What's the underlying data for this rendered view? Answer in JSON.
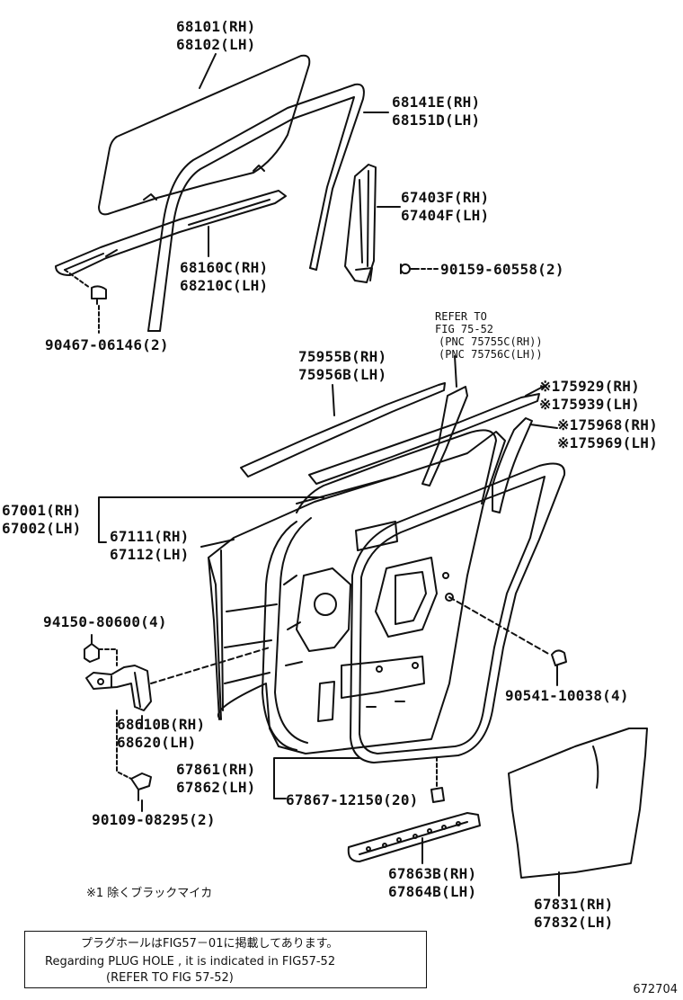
{
  "labels": {
    "p68101": "68101(RH)",
    "p68102": "68102(LH)",
    "p68141": "68141E(RH)",
    "p68151": "68151D(LH)",
    "p67403": "67403F(RH)",
    "p67404": "67404F(LH)",
    "p90159": "90159-60558(2)",
    "p68160": "68160C(RH)",
    "p68210": "68210C(LH)",
    "p90467": "90467-06146(2)",
    "p75955": "75955B(RH)",
    "p75956": "75956B(LH)",
    "p75929": "※175929(RH)",
    "p75939": "※175939(LH)",
    "p75968": "※175968(RH)",
    "p75969": "※175969(LH)",
    "p67001": "67001(RH)",
    "p67002": "67002(LH)",
    "p67111": "67111(RH)",
    "p67112": "67112(LH)",
    "p94150": "94150-80600(4)",
    "p68610": "68610B(RH)",
    "p68620": "68620(LH)",
    "p90541": "90541-10038(4)",
    "p67861": "67861(RH)",
    "p67862": "67862(LH)",
    "p67867": "67867-12150(20)",
    "p90109": "90109-08295(2)",
    "p67863": "67863B(RH)",
    "p67864": "67864B(LH)",
    "p67831": "67831(RH)",
    "p67832": "67832(LH)"
  },
  "refer": {
    "line1": "REFER TO",
    "line2": "FIG 75-52",
    "line3": "(PNC 75755C(RH))",
    "line4": "(PNC 75756C(LH))"
  },
  "footnote": "※1 除くブラックマイカ",
  "note_box": {
    "line1": "プラグホールはFIG57－01に掲載してあります。",
    "line2": "Regarding PLUG HOLE , it is indicated in FIG57-52",
    "line3": "(REFER TO FIG 57-52)"
  },
  "figure_number": "672704"
}
